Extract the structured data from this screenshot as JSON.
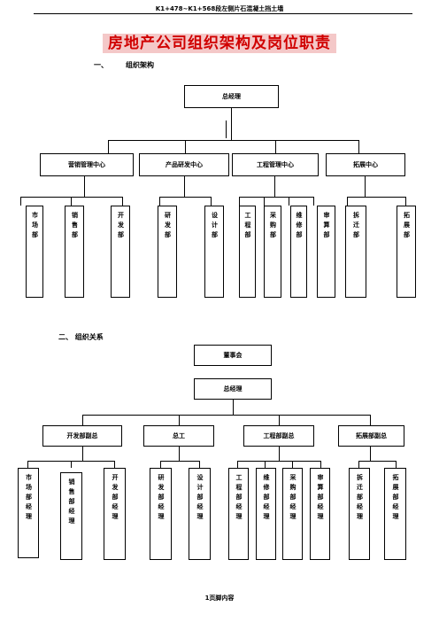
{
  "header": {
    "text": "K1+478~K1+568段左侧片石混凝土挡土墙"
  },
  "title": "房地产公司组织架构及岗位职责",
  "section1": {
    "num": "一、",
    "title": "组织架构"
  },
  "section2": {
    "title": "二、 组织关系"
  },
  "chart1": {
    "top": "总经理",
    "centers": [
      "营销管理中心",
      "产品研发中心",
      "工程管理中心",
      "拓展中心"
    ],
    "departments": [
      "市场部",
      "销售部",
      "开发部",
      "研发部",
      "设计部",
      "工程部",
      "采购部",
      "维修部",
      "审算部",
      "拆迁部",
      "拓展部"
    ]
  },
  "chart2": {
    "board": "董事会",
    "top": "总经理",
    "deputies": [
      "开发部副总",
      "总工",
      "工程部副总",
      "拓展部副总"
    ],
    "managers": [
      "市场部经理",
      "销售部经理",
      "开发部经理",
      "研发部经理",
      "设计部经理",
      "工程部经理",
      "维修部经理",
      "采购部经理",
      "审算部经理",
      "拆迁部经理",
      "拓展部经理"
    ]
  },
  "footer": "1页脚内容"
}
